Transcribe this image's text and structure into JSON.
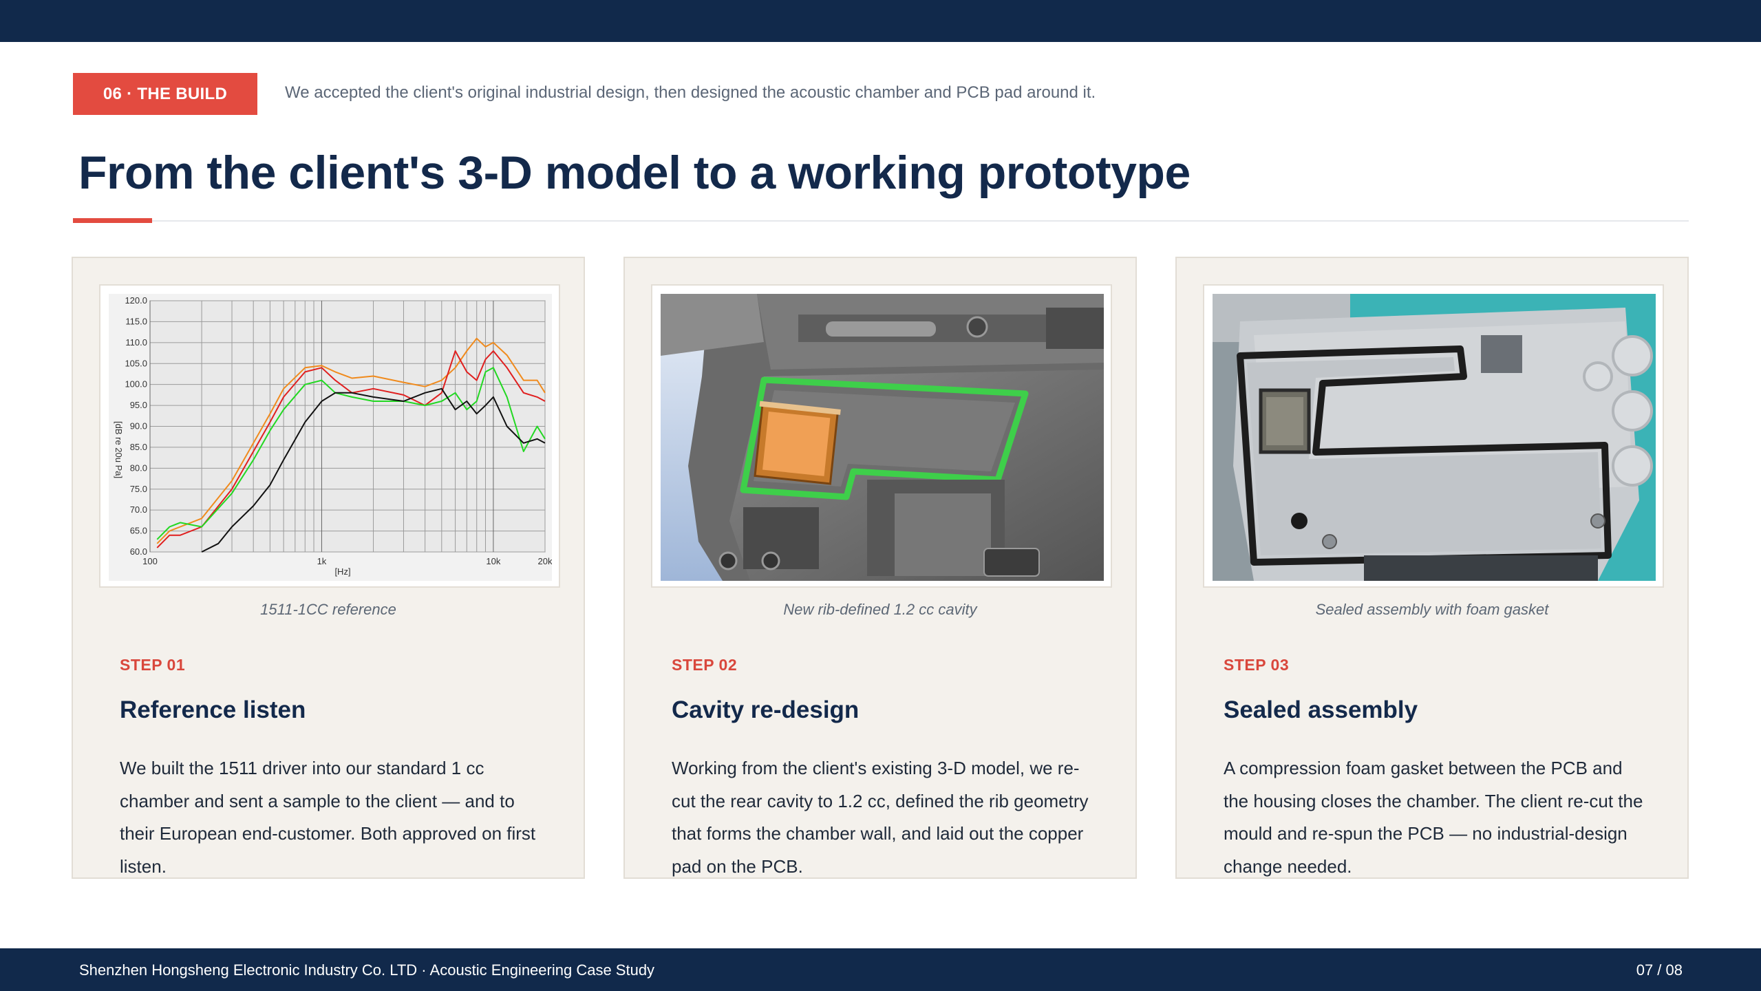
{
  "header": {
    "tag": "06 · THE BUILD",
    "intro": "We accepted the client's original industrial design, then designed the acoustic chamber and PCB pad around it.",
    "title": "From the client's 3-D model to a working prototype"
  },
  "cards": [
    {
      "caption": "1511-1CC reference",
      "step": "STEP 01",
      "heading": "Reference listen",
      "body": "We built the 1511 driver into our standard 1 cc chamber and sent a sample to the client — and to their European end-customer. Both approved on first listen."
    },
    {
      "caption": "New rib-defined 1.2 cc cavity",
      "step": "STEP 02",
      "heading": "Cavity re-design",
      "body": "Working from the client's existing 3-D model, we re-cut the rear cavity to 1.2 cc, defined the rib geometry that forms the chamber wall, and laid out the copper pad on the PCB."
    },
    {
      "caption": "Sealed assembly with foam gasket",
      "step": "STEP 03",
      "heading": "Sealed assembly",
      "body": "A compression foam gasket between the PCB and the housing closes the chamber. The client re-cut the mould and re-spun the PCB — no industrial-design change needed."
    }
  ],
  "chart_data": {
    "type": "line",
    "xscale": "log",
    "xlim": [
      100,
      20000
    ],
    "ylim": [
      60,
      120
    ],
    "xticks": [
      "100",
      "1k",
      "10k",
      "20k"
    ],
    "yticks": [
      "120.0",
      "115.0",
      "110.0",
      "105.0",
      "100.0",
      "95.0",
      "90.0",
      "85.0",
      "80.0",
      "75.0",
      "70.0",
      "65.0",
      "60.0"
    ],
    "xlabel": "[Hz]",
    "ylabel": "[dB re 20u Pa]",
    "series": [
      {
        "color": "#f08a1c",
        "x": [
          110,
          130,
          150,
          200,
          300,
          400,
          500,
          600,
          800,
          1000,
          1200,
          1500,
          2000,
          3000,
          4000,
          5000,
          6000,
          7000,
          8000,
          9000,
          10000,
          12000,
          15000,
          18000,
          20000
        ],
        "y": [
          62,
          65,
          66,
          68,
          77,
          86,
          93,
          99,
          104,
          104.5,
          103,
          101.5,
          102,
          100.5,
          99.5,
          101,
          104,
          108,
          111,
          109,
          110,
          107,
          101,
          101,
          98
        ]
      },
      {
        "color": "#e01f1f",
        "x": [
          110,
          130,
          150,
          200,
          300,
          400,
          500,
          600,
          800,
          1000,
          1200,
          1500,
          2000,
          3000,
          4000,
          5000,
          6000,
          7000,
          8000,
          9000,
          10000,
          12000,
          15000,
          18000,
          20000
        ],
        "y": [
          61,
          64,
          64,
          66,
          75,
          84,
          91,
          97,
          103,
          104,
          101,
          98,
          99,
          97.5,
          95,
          98,
          108,
          103,
          101,
          106,
          108,
          104,
          98,
          97,
          96
        ]
      },
      {
        "color": "#22d822",
        "x": [
          110,
          130,
          150,
          200,
          300,
          400,
          500,
          600,
          800,
          1000,
          1200,
          1500,
          2000,
          3000,
          4000,
          5000,
          6000,
          7000,
          8000,
          9000,
          10000,
          12000,
          15000,
          18000,
          20000
        ],
        "y": [
          63,
          66,
          67,
          66,
          74,
          82,
          89,
          94,
          100,
          101,
          98,
          97,
          96,
          96,
          95,
          96,
          98,
          94,
          96,
          103,
          104,
          97,
          84,
          90,
          87
        ]
      },
      {
        "color": "#111111",
        "x": [
          200,
          250,
          300,
          400,
          500,
          600,
          800,
          1000,
          1200,
          1500,
          2000,
          3000,
          4000,
          5000,
          6000,
          7000,
          8000,
          9000,
          10000,
          12000,
          15000,
          18000,
          20000
        ],
        "y": [
          60,
          62,
          66,
          71,
          76,
          82,
          91,
          96,
          98,
          98,
          97,
          96,
          98,
          99,
          94,
          96,
          93,
          95,
          97,
          90,
          86,
          87,
          86
        ]
      }
    ]
  },
  "footer": {
    "company": "Shenzhen Hongsheng Electronic Industry Co. LTD  ·  Acoustic Engineering Case Study",
    "page": "07 / 08"
  }
}
